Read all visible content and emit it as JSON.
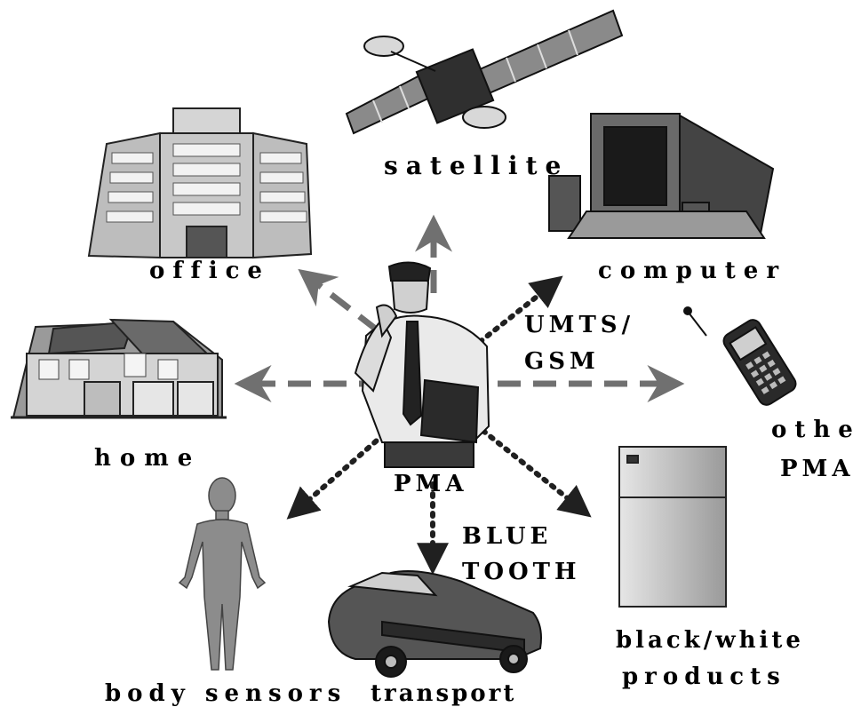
{
  "labels": {
    "satellite": "satellite",
    "office": "office",
    "computer": "computer",
    "umts": "UMTS/",
    "gsm": "GSM",
    "home": "home",
    "other": "other",
    "pma_other": "PMA",
    "pma_center": "PMA",
    "blue": "BLUE",
    "tooth": "TOOTH",
    "black_white": "black/white",
    "products": "products",
    "body_sensors": "body sensors",
    "transport": "transport"
  },
  "colors": {
    "arrow_gray": "#707070",
    "arrow_dark": "#202020",
    "ink": "#000000"
  }
}
